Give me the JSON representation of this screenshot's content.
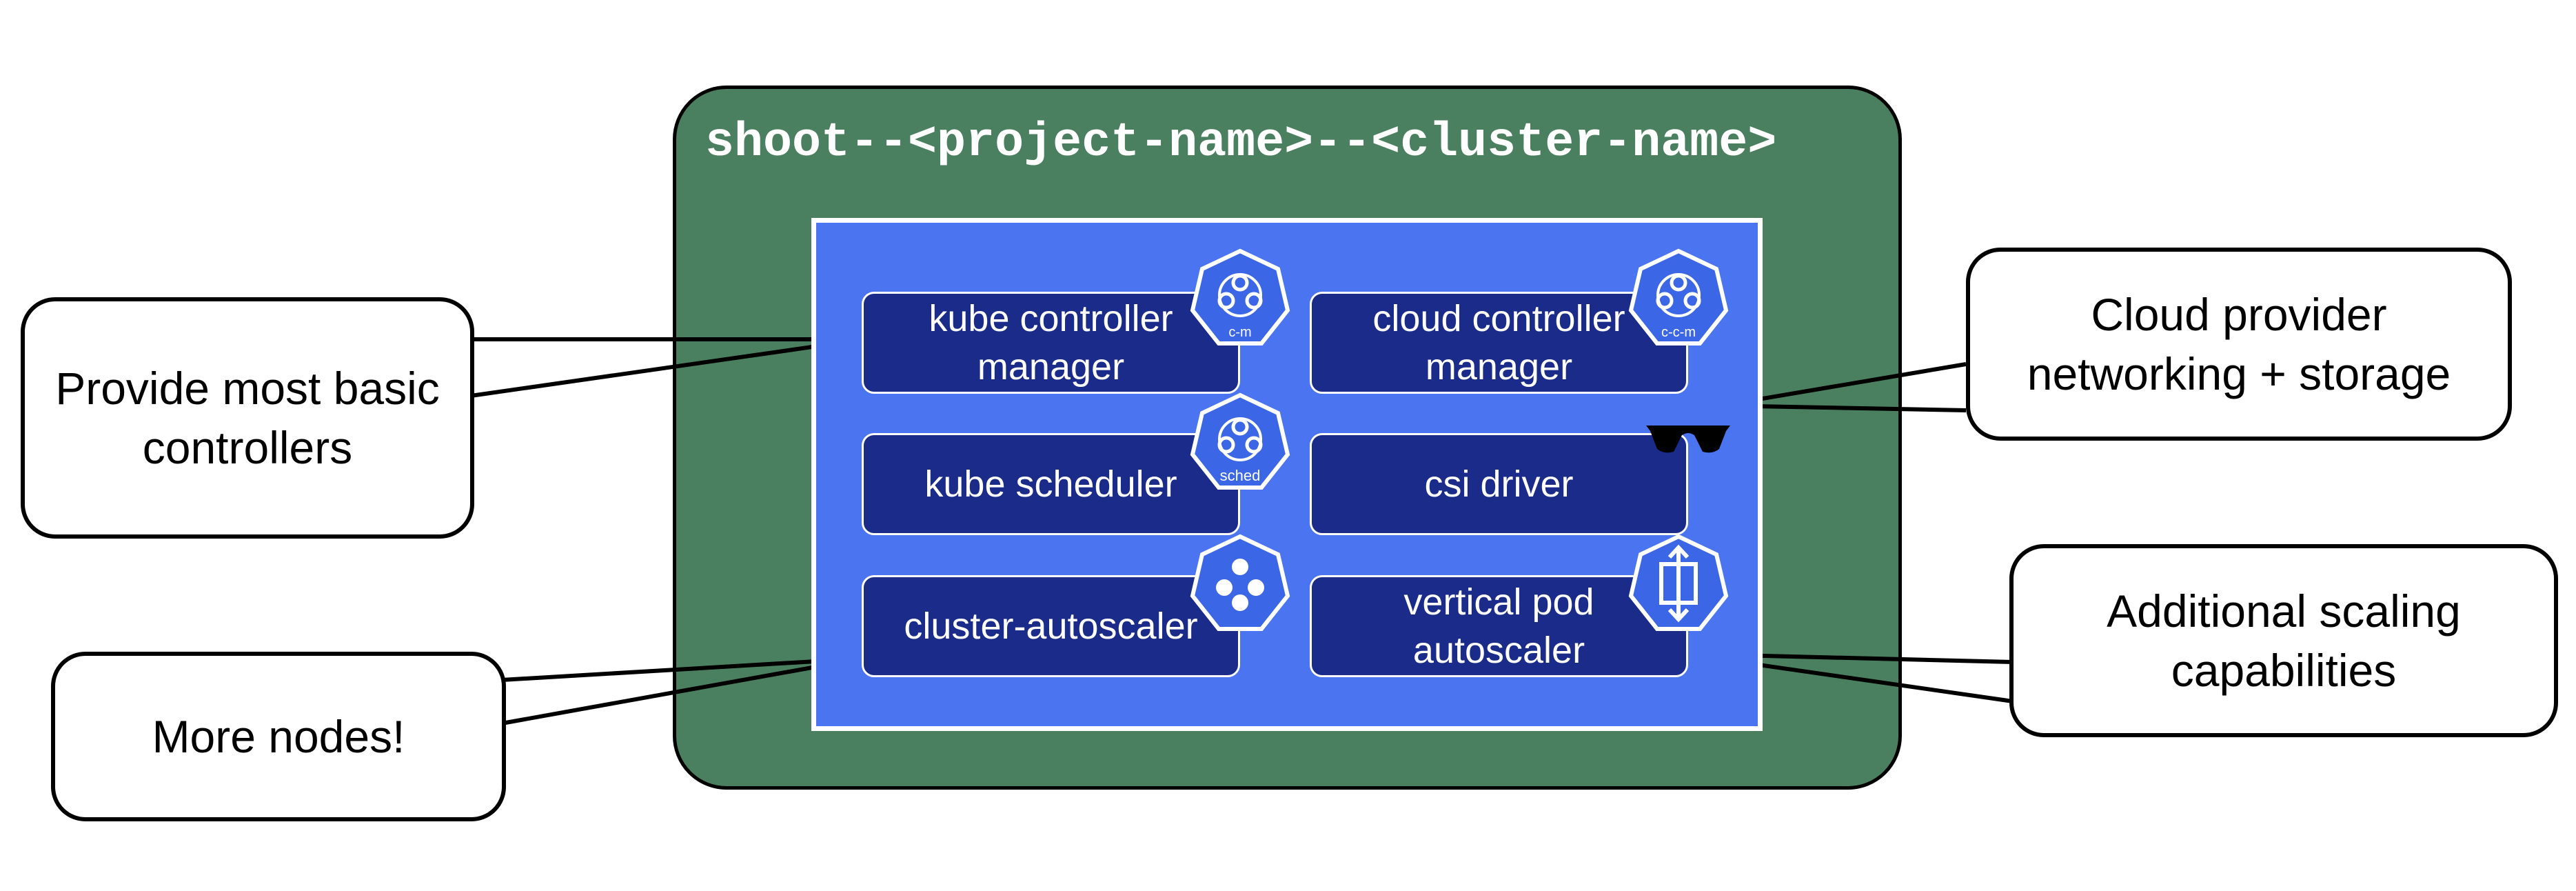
{
  "cluster": {
    "title": "shoot--<project-name>--<cluster-name>"
  },
  "components": {
    "kcm": {
      "label": "kube controller manager",
      "badge": "c-m",
      "icon": "gears-icon"
    },
    "ccm": {
      "label": "cloud controller manager",
      "badge": "c-c-m",
      "icon": "gears-icon"
    },
    "scheduler": {
      "label": "kube scheduler",
      "badge": "sched",
      "icon": "gears-icon"
    },
    "csi": {
      "label": "csi driver",
      "icon": "sunglasses-icon"
    },
    "autoscaler": {
      "label": "cluster-autoscaler",
      "icon": "nodes-icon"
    },
    "vpa": {
      "label": "vertical pod autoscaler",
      "icon": "vertical-scale-icon"
    }
  },
  "callouts": {
    "basic_controllers": "Provide most basic controllers",
    "more_nodes": "More nodes!",
    "cloud_provider": "Cloud provider networking + storage",
    "scaling": "Additional scaling capabilities"
  },
  "colors": {
    "cluster_bg": "#4a7f5f",
    "panel_bg": "#4a74f0",
    "component_bg": "#1b2b89",
    "badge_bg": "#3b66e6"
  }
}
